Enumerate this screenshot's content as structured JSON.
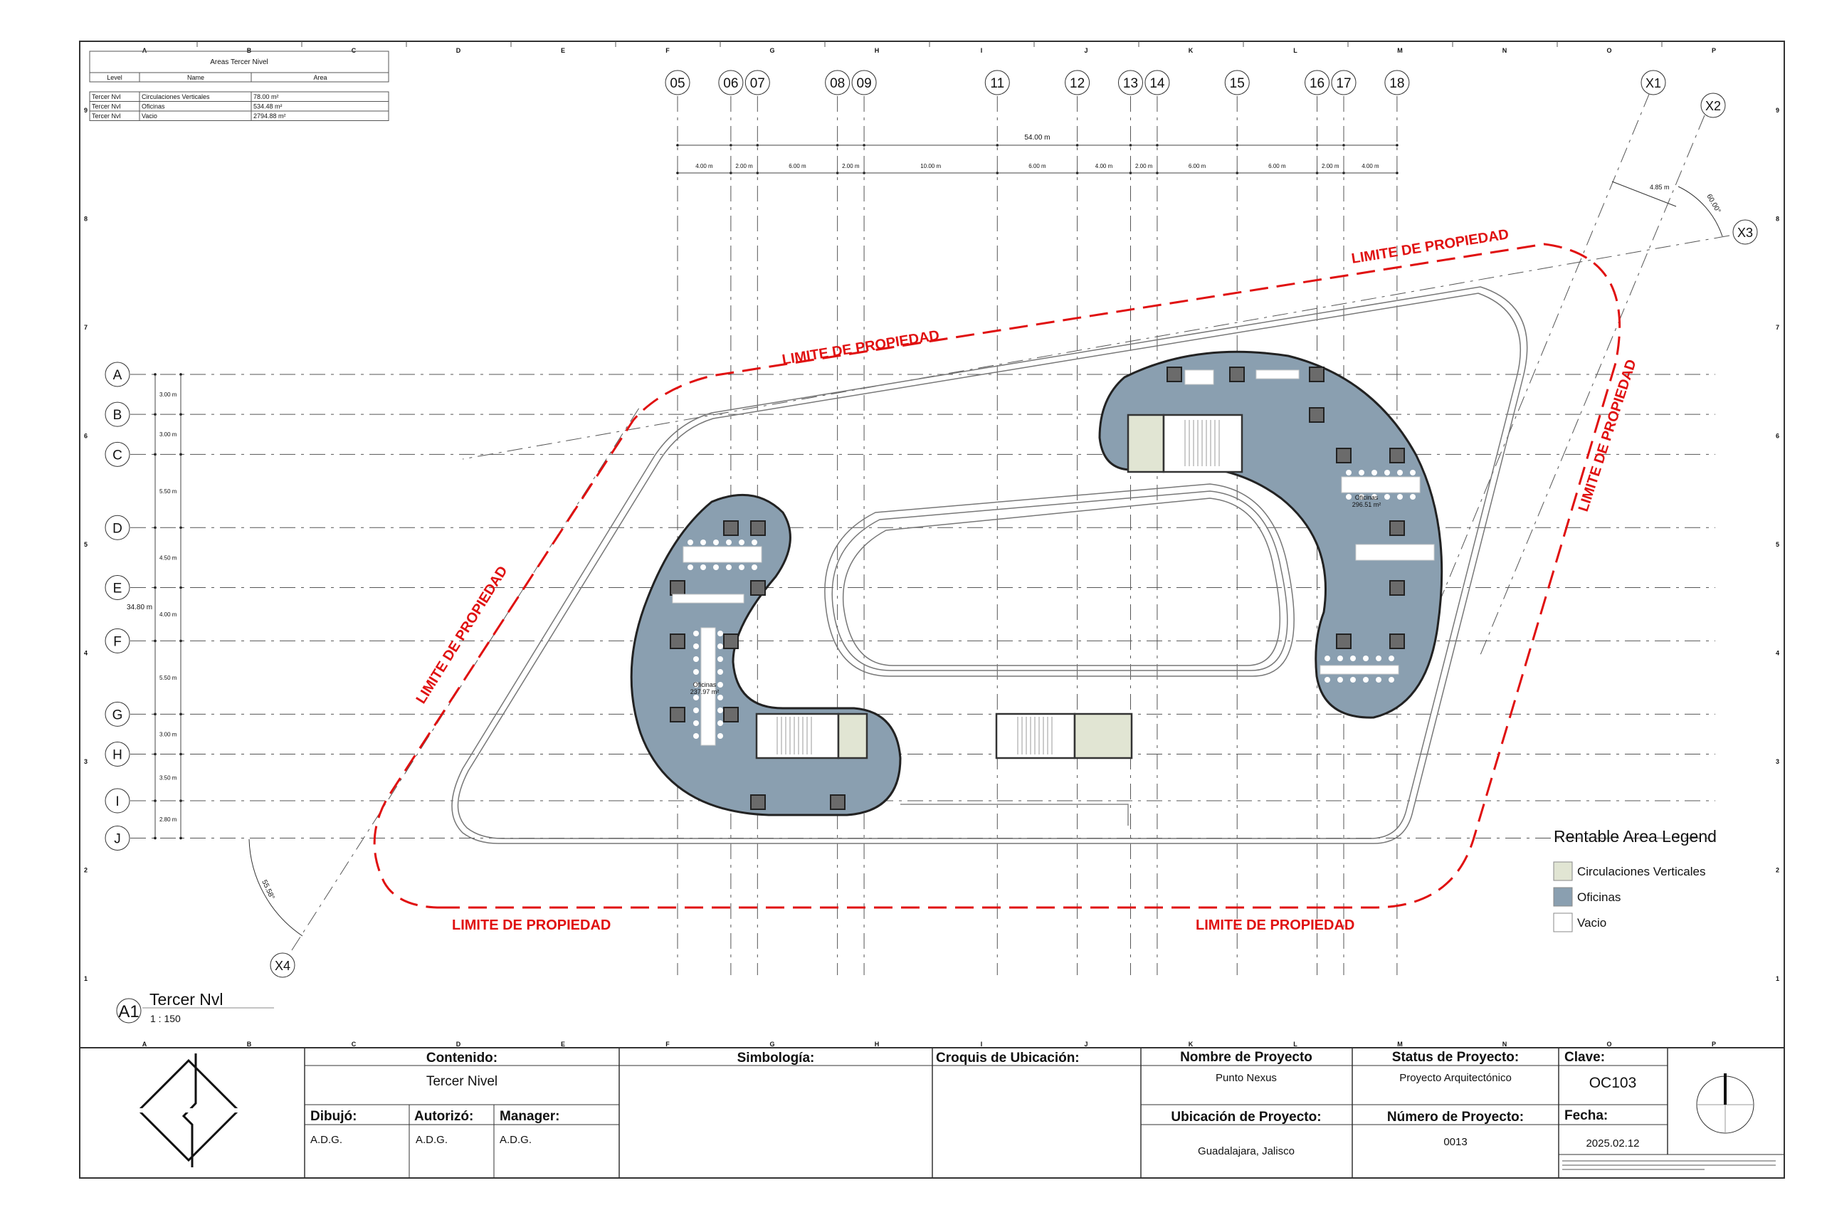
{
  "sheet": {
    "border_columns": [
      "A",
      "B",
      "C",
      "D",
      "E",
      "F",
      "G",
      "H",
      "I",
      "J",
      "K",
      "L",
      "M",
      "N",
      "O",
      "P"
    ],
    "border_rows": [
      "9",
      "8",
      "7",
      "6",
      "5",
      "4",
      "3",
      "2",
      "1"
    ]
  },
  "schedule": {
    "title": "Areas Tercer Nivel",
    "columns": [
      "Level",
      "Name",
      "Area"
    ],
    "rows": [
      [
        "Tercer Nvl",
        "Circulaciones Verticales",
        "78.00 m²"
      ],
      [
        "Tercer Nvl",
        "Oficinas",
        "534.48 m²"
      ],
      [
        "Tercer Nvl",
        "Vacio",
        "2794.88 m²"
      ]
    ]
  },
  "grid": {
    "columns": [
      "05",
      "06",
      "07",
      "08",
      "09",
      "11",
      "12",
      "13",
      "14",
      "15",
      "16",
      "17",
      "18"
    ],
    "column_spacings_m": [
      4,
      2,
      6,
      2,
      10,
      6,
      4,
      2,
      6,
      6,
      2,
      4
    ],
    "column_dim_labels": [
      "4.00 m",
      "2.00 m",
      "6.00 m",
      "2.00 m",
      "10.00 m",
      "6.00 m",
      "4.00 m",
      "2.00 m",
      "6.00 m",
      "6.00 m",
      "2.00 m",
      "4.00 m"
    ],
    "column_total": "54.00 m",
    "rows": [
      "A",
      "B",
      "C",
      "D",
      "E",
      "F",
      "G",
      "H",
      "I",
      "J"
    ],
    "row_spacings_m": [
      3,
      3,
      5.5,
      4.5,
      4,
      5.5,
      3,
      3.5,
      2.8
    ],
    "row_dim_labels": [
      "3.00 m",
      "3.00 m",
      "5.50 m",
      "4.50 m",
      "4.00 m",
      "5.50 m",
      "3.00 m",
      "3.50 m",
      "2.80 m"
    ],
    "row_total": "34.80 m",
    "skew": [
      "X1",
      "X2",
      "X3",
      "X4"
    ],
    "skew_dim": "4.85 m",
    "angle_1": "60.00°",
    "angle_2": "55.58°"
  },
  "plan": {
    "property_label": "LIMITE DE PROPIEDAD",
    "office_left": {
      "name": "Oficinas",
      "area": "237.97 m²"
    },
    "office_right": {
      "name": "Oficinas",
      "area": "296.51 m²"
    }
  },
  "view": {
    "id": "A1",
    "title": "Tercer Nvl",
    "scale": "1 : 150"
  },
  "legend": {
    "title": "Rentable Area Legend",
    "items": [
      {
        "label": "Circulaciones Verticales",
        "color": "#e1e5d3"
      },
      {
        "label": "Oficinas",
        "color": "#8a9fb0"
      },
      {
        "label": "Vacio",
        "color": "#ffffff"
      }
    ]
  },
  "title_block": {
    "contenido_label": "Contenido:",
    "contenido": "Tercer Nivel",
    "simbologia_label": "Simbología:",
    "croquis_label": "Croquis de Ubicación:",
    "dibujo_label": "Dibujó:",
    "dibujo": "A.D.G.",
    "autorizo_label": "Autorizó:",
    "autorizo": "A.D.G.",
    "manager_label": "Manager:",
    "manager": "A.D.G.",
    "nombre_label": "Nombre de Proyecto",
    "nombre": "Punto Nexus",
    "ubicacion_label": "Ubicación de Proyecto:",
    "ubicacion": "Guadalajara, Jalisco",
    "status_label": "Status de Proyecto:",
    "status": "Proyecto Arquitectónico",
    "numero_label": "Número de Proyecto:",
    "numero": "0013",
    "clave_label": "Clave:",
    "clave": "OC103",
    "fecha_label": "Fecha:",
    "fecha": "2025.02.12"
  },
  "colors": {
    "property_line": "#e01010",
    "office": "#8a9fb0",
    "circulation": "#e1e5d3"
  }
}
